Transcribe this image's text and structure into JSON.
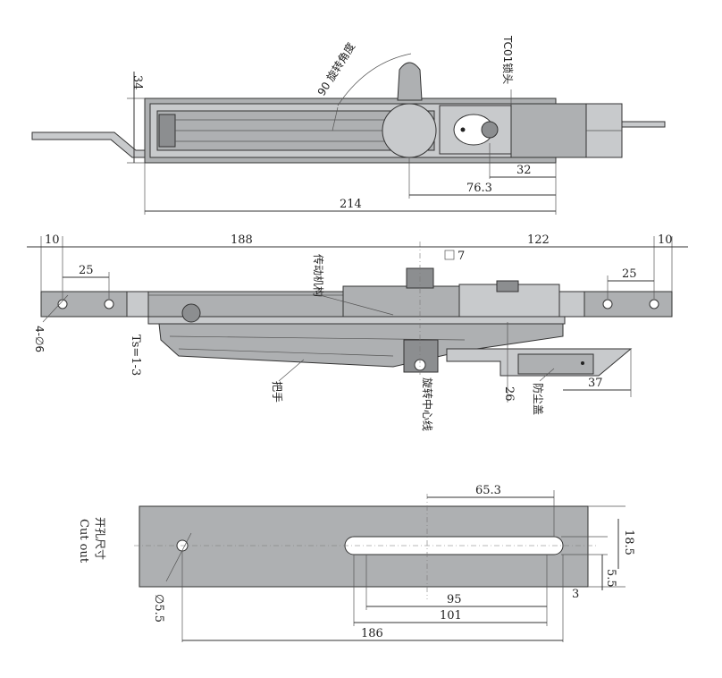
{
  "top_view": {
    "dim_34": "34",
    "rotation_label": "90 旋转角度",
    "lock_label": "TC01锁头",
    "dim_32": "32",
    "dim_76_3": "76.3",
    "dim_214": "214"
  },
  "side_view": {
    "dim_10_left": "10",
    "dim_188": "188",
    "dim_122": "122",
    "dim_10_right": "10",
    "dim_25_left": "25",
    "dim_25_right": "25",
    "square_label": "7",
    "mechanism_label": "传动机构",
    "holes_label": "4-∅6",
    "ts_label": "Ts=1-3",
    "handle_label": "把手",
    "rotation_center_label": "旋转中心线",
    "dim_26": "26",
    "dust_cover_label": "防尘盖",
    "dim_37": "37"
  },
  "cutout_view": {
    "title_cn": "开孔尺寸",
    "title_en": "Cut out",
    "dim_65_3": "65.3",
    "dim_18_5": "18.5",
    "dim_5_5_right": "5.5",
    "dim_3": "3",
    "dim_95": "95",
    "dim_101": "101",
    "dim_186": "186",
    "hole_label": "∅5.5"
  },
  "colors": {
    "metal": "#aeb0b2",
    "metal_dark": "#8c8e90",
    "metal_light": "#c8cacc",
    "line": "#333333"
  }
}
